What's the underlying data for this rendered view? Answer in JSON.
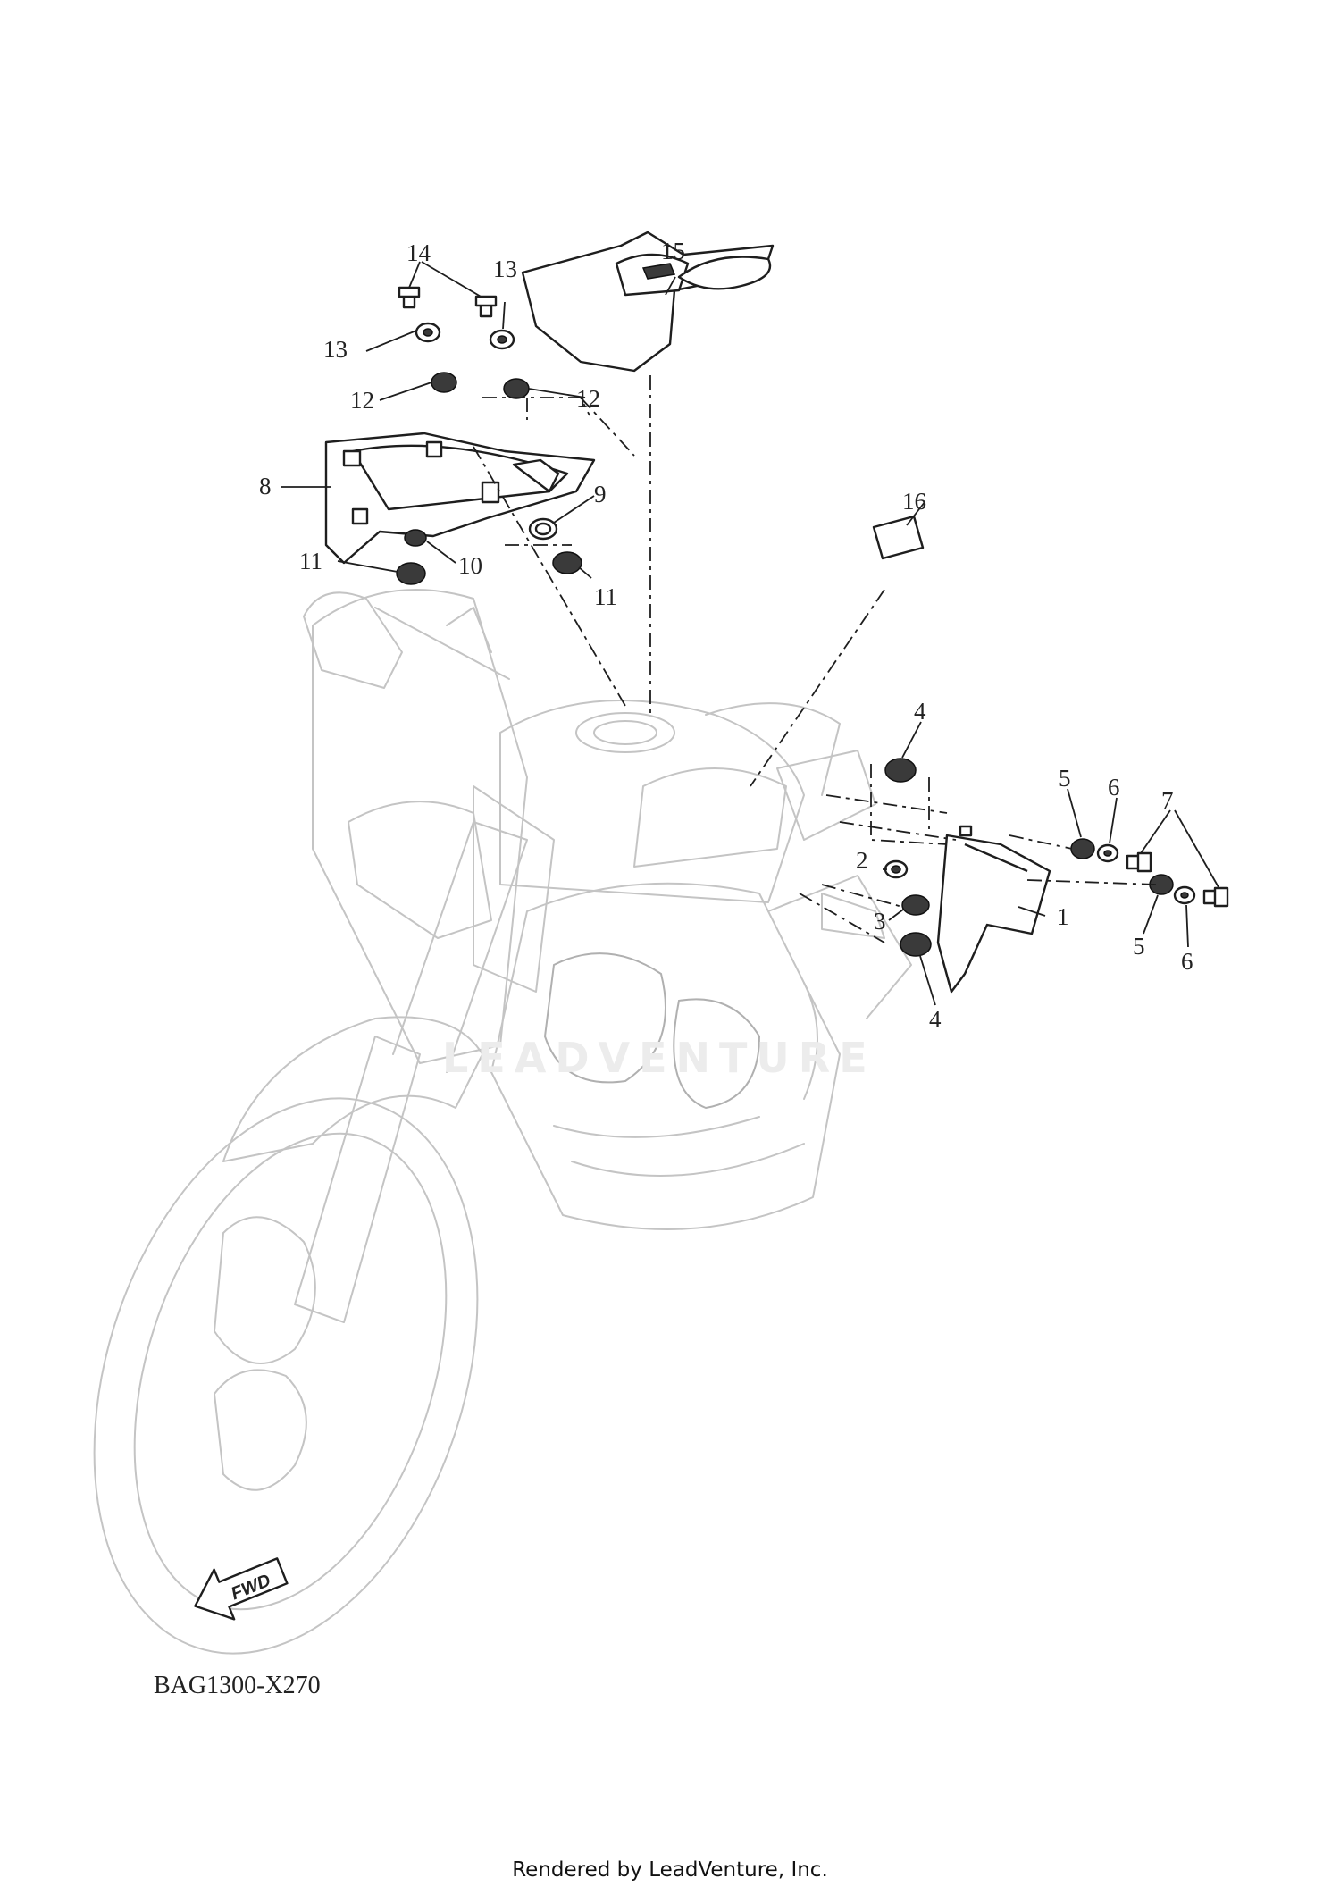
{
  "diagram": {
    "callouts": [
      "1",
      "2",
      "3",
      "4",
      "4",
      "5",
      "5",
      "6",
      "6",
      "7",
      "8",
      "9",
      "10",
      "11",
      "11",
      "12",
      "12",
      "13",
      "13",
      "14",
      "15",
      "16"
    ],
    "fwd_label": "FWD",
    "part_code": "BAG1300-X270",
    "watermark": "LEADVENTURE"
  },
  "footer": {
    "text": "Rendered by LeadVenture, Inc."
  }
}
